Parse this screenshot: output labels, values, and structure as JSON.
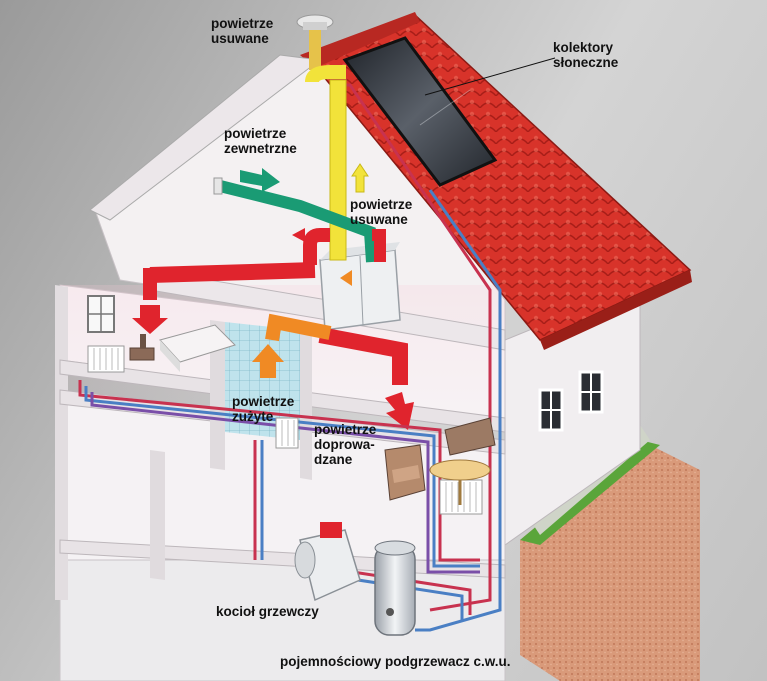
{
  "labels": {
    "exhaust_top": [
      "powietrze",
      "usuwane"
    ],
    "solar": [
      "kolektory",
      "słoneczne"
    ],
    "outside_air": [
      "powietrze",
      "zewnetrzne"
    ],
    "exhaust_mid": [
      "powietrze",
      "usuwane"
    ],
    "used_air": [
      "powietrze",
      "zużyte"
    ],
    "supply_air": [
      "powietrze",
      "doprowa-",
      "dzane"
    ],
    "boiler": "kocioł grzewczy",
    "water_heater": "pojemnościowy podgrzewacz c.w.u."
  },
  "colors": {
    "roof": "#d8332a",
    "solar_panel": "#2b2f36",
    "wall": "#f4f1f2",
    "warm_duct": "#e0242d",
    "fresh_duct": "#1a9b74",
    "exhaust_duct": "#f2e33a",
    "used_duct": "#f08a24",
    "hot_pipe": "#c8324f",
    "cold_pipe": "#4a7fc4",
    "ground": "#d99a7a"
  },
  "icons": [
    "roof-vent-icon",
    "heat-recovery-unit-icon",
    "boiler-icon",
    "water-heater-tank-icon",
    "armchair-icon",
    "bed-icon",
    "radiator-icon"
  ]
}
